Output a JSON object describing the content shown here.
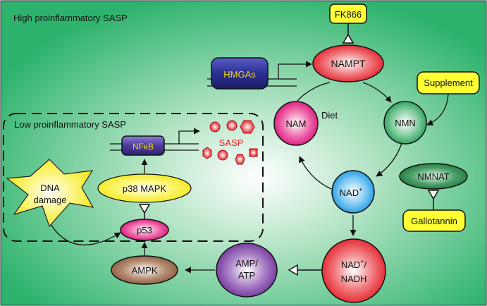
{
  "labels": {
    "high_title": "High proinflammatory SASP",
    "low_title": "Low proinflammatory SASP",
    "fk866": "FK866",
    "nampt": "NAMPT",
    "hmgas": "HMGAs",
    "supplement": "Supplement",
    "nam": "NAM",
    "diet": "Diet",
    "nmn": "NMN",
    "nmnat": "NMNAT",
    "gallotannin": "Gallotannin",
    "nfkb": "NFκB",
    "sasp": "SASP",
    "p38": "p38 MAPK",
    "dna_line1": "DNA",
    "dna_line2": "damage",
    "p53": "p53",
    "ampk": "AMPK",
    "amp_line1": "AMP/",
    "amp_line2": "ATP",
    "nad_plus": "NAD",
    "nad_sup": "+",
    "nadh_line1_a": "NAD",
    "nadh_line1_sup": "+",
    "nadh_line1_b": "/",
    "nadh_line2": "NADH"
  },
  "colors": {
    "background_center": "#ffffff",
    "background_edge": "#2db36c",
    "nampt": "#e8202a",
    "nam": "#e0117a",
    "nmn": "#25a25a",
    "nad": "#1ea0e6",
    "nadh": "#e8202a",
    "amp": "#7b3fa0",
    "ampk": "#8a5a3a",
    "nmnat": "#1d7a3a",
    "p38": "#f6ee0f",
    "p53": "#e0117a",
    "hmgas": "#2a2d8f",
    "nfkb": "#4a3a9a",
    "yellow_box": "#ffff33",
    "sasp_red": "#e8202a",
    "label_gold": "#f5d90a"
  }
}
